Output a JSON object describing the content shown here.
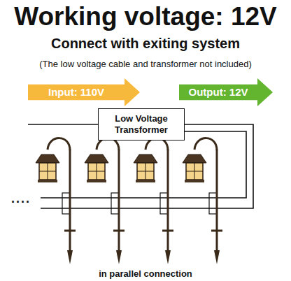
{
  "diagram": {
    "title": "Working voltage: 12V",
    "caption": "in parallel connection",
    "nodes": [
      {
        "text": [
          "Input: 110V"
        ]
      },
      {
        "text": [
          "Low Voltage Transformer"
        ]
      },
      {
        "text": [
          "Output: 12V"
        ]
      }
    ],
    "labels": [
      "Connect with exiting system",
      "(The low voltage cable and transformer not included)",
      "...."
    ]
  }
}
